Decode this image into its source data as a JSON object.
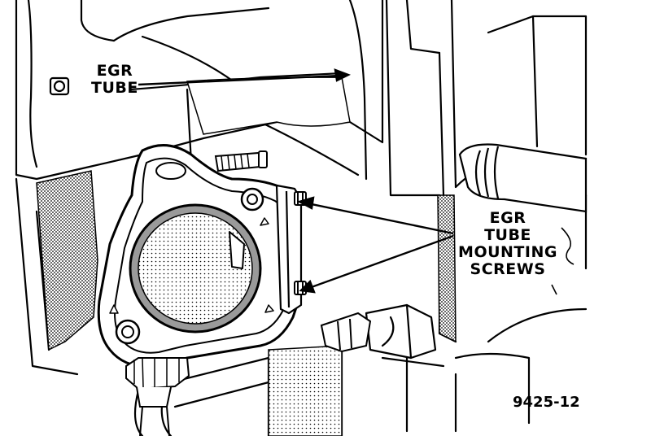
{
  "callouts": {
    "egr_tube": {
      "line1": "EGR",
      "line2": "TUBE"
    },
    "mounting_screws": {
      "line1": "EGR",
      "line2": "TUBE",
      "line3": "MOUNTING",
      "line4": "SCREWS"
    }
  },
  "figure_id": "9425-12",
  "colors": {
    "ink": "#000000",
    "paper": "#ffffff",
    "shade": "#9a9a9a"
  }
}
